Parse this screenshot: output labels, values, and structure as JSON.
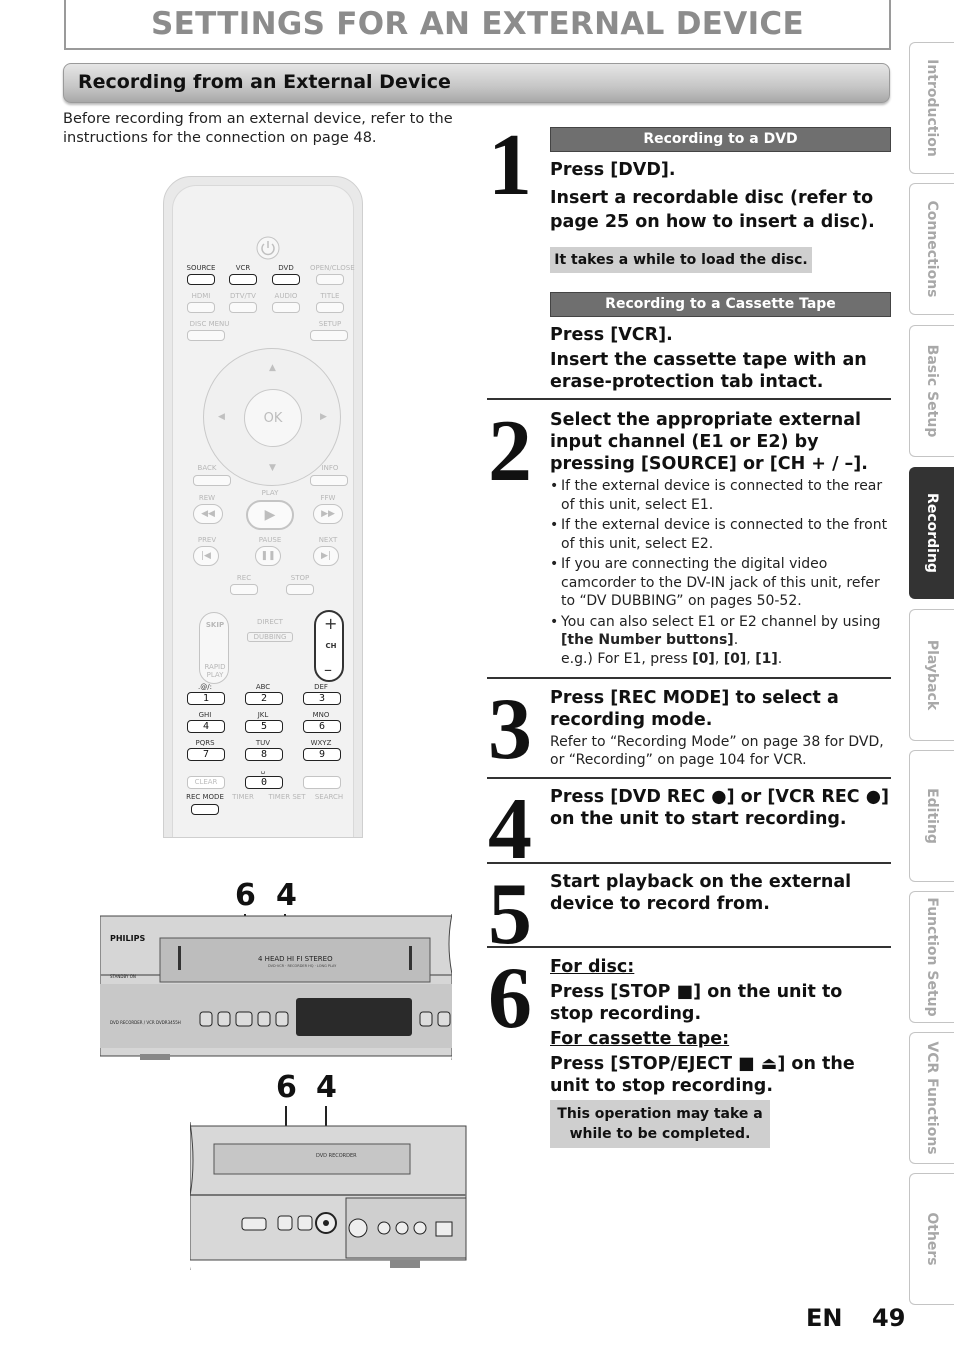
{
  "page_title": "SETTINGS FOR AN EXTERNAL DEVICE",
  "section_title": "Recording from an External Device",
  "intro": "Before recording from an external device, refer to the instructions for the connection on page 48.",
  "remote": {
    "row1": [
      "SOURCE",
      "VCR",
      "DVD",
      "OPEN/CLOSE"
    ],
    "row2": [
      "HDMI",
      "DTV/TV",
      "AUDIO",
      "TITLE"
    ],
    "row3": [
      "DISC MENU",
      "SETUP"
    ],
    "ok": "OK",
    "back": "BACK",
    "info": "INFO",
    "rew": "REW",
    "play": "PLAY",
    "ffw": "FFW",
    "prev": "PREV",
    "pause": "PAUSE",
    "next": "NEXT",
    "rec": "REC",
    "stop": "STOP",
    "skip": "SKIP",
    "rapid_play": "RAPID PLAY",
    "direct": "DIRECT",
    "dubbing": "DUBBING",
    "ch": "CH",
    "keys": [
      {
        "label": ".@/:",
        "num": "1"
      },
      {
        "label": "ABC",
        "num": "2"
      },
      {
        "label": "DEF",
        "num": "3"
      },
      {
        "label": "GHI",
        "num": "4"
      },
      {
        "label": "JKL",
        "num": "5"
      },
      {
        "label": "MNO",
        "num": "6"
      },
      {
        "label": "PQRS",
        "num": "7"
      },
      {
        "label": "TUV",
        "num": "8"
      },
      {
        "label": "WXYZ",
        "num": "9"
      }
    ],
    "zero_label": "␣",
    "zero": "0",
    "clear": "CLEAR",
    "bottom": [
      "REC MODE",
      "TIMER",
      "TIMER SET",
      "SEARCH"
    ]
  },
  "callouts": {
    "top": [
      "6",
      "4"
    ],
    "bottom": [
      "6",
      "4"
    ]
  },
  "device": {
    "brand": "PHILIPS",
    "vcr_label": "4 HEAD HI FI STEREO",
    "vcr_sub": "DVD·VCR · RECORDER HQ · LONG PLAY",
    "standby": "STANDBY ON",
    "model": "DVD RECORDER / VCR DVDR3455H",
    "rear_label": "DVD RECORDER"
  },
  "steps": [
    {
      "num": "1"
    },
    {
      "num": "2"
    },
    {
      "num": "3"
    },
    {
      "num": "4"
    },
    {
      "num": "5"
    },
    {
      "num": "6"
    }
  ],
  "step1": {
    "bar_dvd": "Recording to a DVD",
    "dvd_press": "Press [DVD].",
    "dvd_insert": "Insert a recordable disc (refer to page 25 on how to insert a disc).",
    "dvd_note": "It takes a while to load the disc.",
    "bar_tape": "Recording to a Cassette Tape",
    "vcr_press": "Press [VCR].",
    "vcr_insert": "Insert the cassette tape with an erase-protection tab intact."
  },
  "step2": {
    "heading": "Select the appropriate external input channel (E1 or E2) by pressing [SOURCE] or [CH + / –].",
    "bullets": [
      "If the external device is connected to the rear of this unit, select E1.",
      "If the external device is connected to the front of this unit, select E2.",
      "If you are connecting the digital video camcorder to the DV-IN jack of this unit, refer to “DV DUBBING” on pages 50-52."
    ],
    "bullet4_a": "You can also select E1 or E2 channel by using ",
    "bullet4_b": "[the Number buttons]",
    "bullet4_c": ".",
    "example_a": "e.g.) For E1, press ",
    "example_b": "[0]",
    "example_c": ", ",
    "example_d": "[0]",
    "example_e": ", ",
    "example_f": "[1]",
    "example_g": "."
  },
  "step3": {
    "heading": "Press [REC MODE] to select a recording mode.",
    "text": "Refer to “Recording Mode” on page 38 for DVD, or “Recording” on page 104 for VCR."
  },
  "step4": {
    "heading": "Press [DVD REC ●] or [VCR REC ●] on the unit to start recording."
  },
  "step5": {
    "heading": "Start playback on the external device to record from."
  },
  "step6": {
    "disc_title": "For disc:",
    "disc_text": "Press [STOP ■] on the unit to stop recording.",
    "tape_title": "For cassette tape:",
    "tape_text": "Press [STOP/EJECT ■ ⏏] on the unit to stop recording.",
    "note": "This operation may take a while to be completed."
  },
  "tabs": [
    "Introduction",
    "Connections",
    "Basic Setup",
    "Recording",
    "Playback",
    "Editing",
    "Function Setup",
    "VCR Functions",
    "Others"
  ],
  "active_tab": "Recording",
  "footer": {
    "lang": "EN",
    "page": "49"
  }
}
